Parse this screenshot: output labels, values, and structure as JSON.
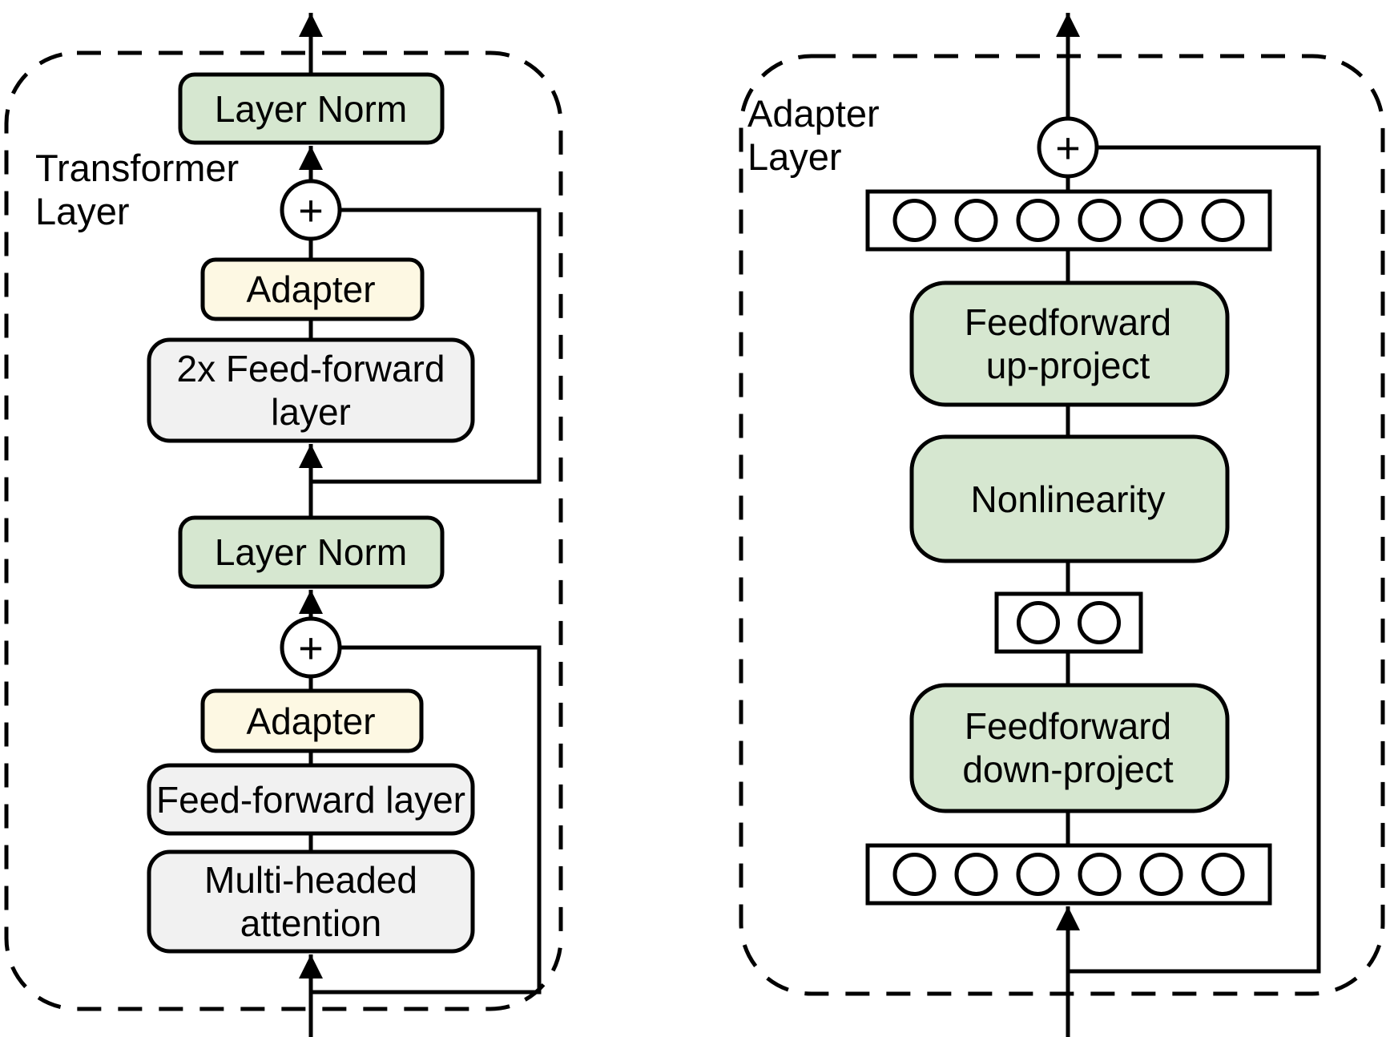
{
  "figure": {
    "description_left": "Transformer layer with inserted adapter modules",
    "description_right": "Internal structure of the adapter layer"
  },
  "left_panel": {
    "title": [
      "Transformer",
      "Layer"
    ],
    "layer_norm_top": "Layer Norm",
    "plus_top": "+",
    "adapter_top": "Adapter",
    "feed_forward_2x": [
      "2x Feed-forward",
      "layer"
    ],
    "layer_norm_bottom": "Layer Norm",
    "plus_bottom": "+",
    "adapter_bottom": "Adapter",
    "feed_forward": "Feed-forward layer",
    "multi_head_attention": [
      "Multi-headed",
      "attention"
    ]
  },
  "right_panel": {
    "title": [
      "Adapter",
      "Layer"
    ],
    "plus": "+",
    "feedforward_up": [
      "Feedforward",
      "up-project"
    ],
    "nonlinearity": "Nonlinearity",
    "feedforward_down": [
      "Feedforward",
      "down-project"
    ],
    "feature_rows": {
      "top_count": 6,
      "bottleneck_count": 2,
      "bottom_count": 6
    }
  },
  "colors": {
    "box_green": "#d6e7d0",
    "box_yellow": "#fdf8e3",
    "box_gray": "#f1f1f1",
    "panel_cream": "#fbf8e6",
    "line_black": "#000000"
  }
}
